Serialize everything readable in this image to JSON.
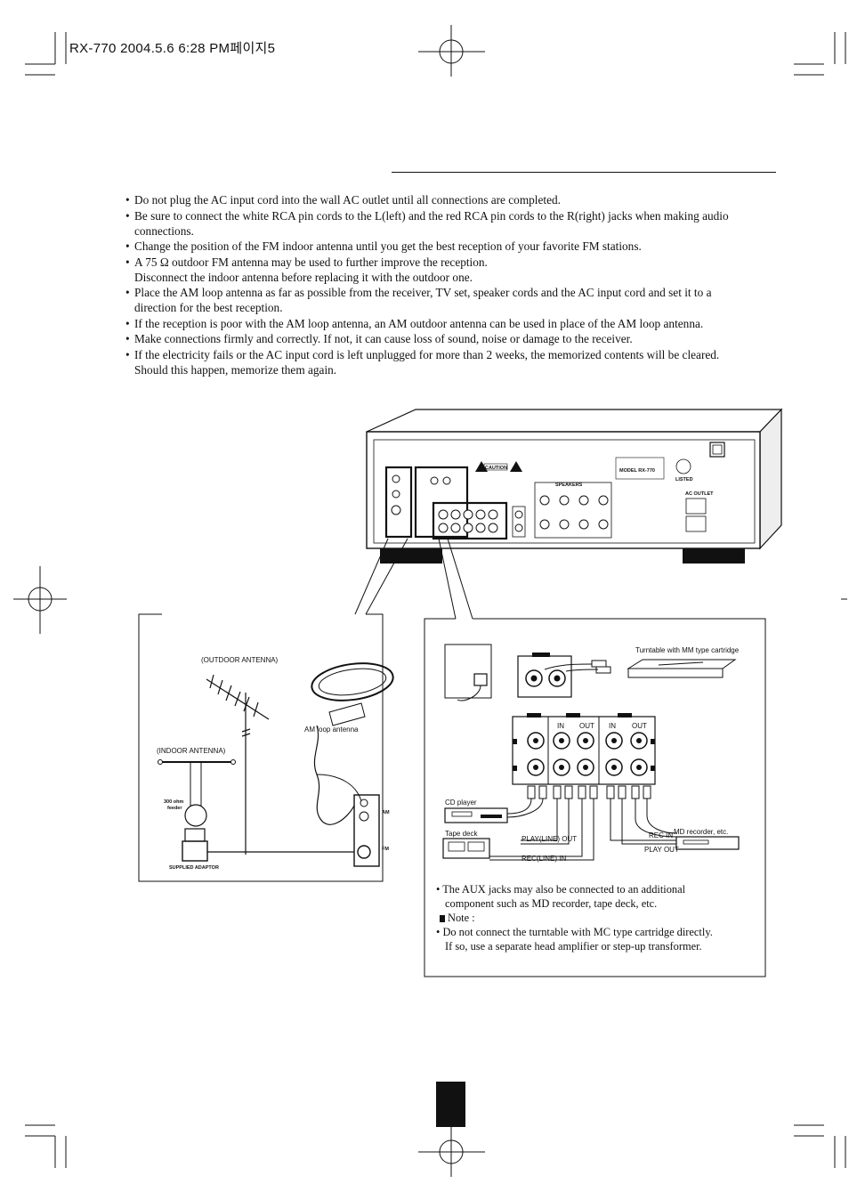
{
  "header": {
    "print_line": "RX-770 2004.5.6 6:28 PM페이지5"
  },
  "notes": [
    {
      "l1": "Do not plug the AC input cord into the wall AC outlet until all connections are completed.",
      "l2": ""
    },
    {
      "l1": "Be sure to connect the white RCA pin cords to the L(left) and the red RCA pin cords to the R(right) jacks when making audio",
      "l2": "connections."
    },
    {
      "l1": "Change the position of the FM indoor antenna until you get the best reception of your favorite FM stations.",
      "l2": ""
    },
    {
      "l1": "A 75 Ω outdoor FM antenna may be used to further improve the reception.",
      "l2": "Disconnect the indoor antenna before replacing it with the outdoor one."
    },
    {
      "l1": "Place the AM loop antenna as far as possible from the receiver, TV set, speaker cords and the AC input cord and set it to a",
      "l2": "direction for the best reception."
    },
    {
      "l1": "If the reception is poor with the AM loop antenna, an AM outdoor antenna can be used in place of the AM loop antenna.",
      "l2": ""
    },
    {
      "l1": "Make connections firmly and correctly. If not, it can cause loss of sound, noise or damage to the receiver.",
      "l2": ""
    },
    {
      "l1": "If the electricity fails or the AC input cord is left unplugged for more than 2 weeks, the memorized contents will be cleared.",
      "l2": "Should this happen, memorize them again."
    }
  ],
  "rear_panel": {
    "caution": "CAUTION",
    "model": "MODEL RX-770",
    "speakers": "SPEAKERS",
    "listed": "LISTED",
    "ac_outlet": "AC OUTLET"
  },
  "antenna_diagram": {
    "outdoor_antenna": "(OUTDOOR ANTENNA)",
    "indoor_antenna": "(INDOOR ANTENNA)",
    "am_loop": "AM loop antenna",
    "feeder_1": "300 ohm",
    "feeder_2": "feeder",
    "adaptor": "SUPPLIED ADAPTOR",
    "am_jack": "AM",
    "fm_jack": "FM"
  },
  "audio_diagram": {
    "turntable": "Turntable with MM type cartridge",
    "cd_player": "CD player",
    "tape_deck": "Tape deck",
    "md_recorder": "MD recorder, etc.",
    "in_1": "IN",
    "out_1": "OUT",
    "in_2": "IN",
    "out_2": "OUT",
    "play_line_out": "PLAY(LINE) OUT",
    "rec_line_in": "REC(LINE) IN",
    "rec_in": "REC IN",
    "play_out": "PLAY OUT"
  },
  "footnotes": {
    "aux_1": "The AUX jacks may also be connected to an additional",
    "aux_2": "component such as MD recorder, tape deck, etc.",
    "note_title": "Note :",
    "mc_1": "Do not connect the turntable with MC type cartridge directly.",
    "mc_2": "If so, use a separate head amplifier or step-up transformer."
  },
  "colors": {
    "ink": "#111111",
    "panel_gray": "#888888"
  }
}
